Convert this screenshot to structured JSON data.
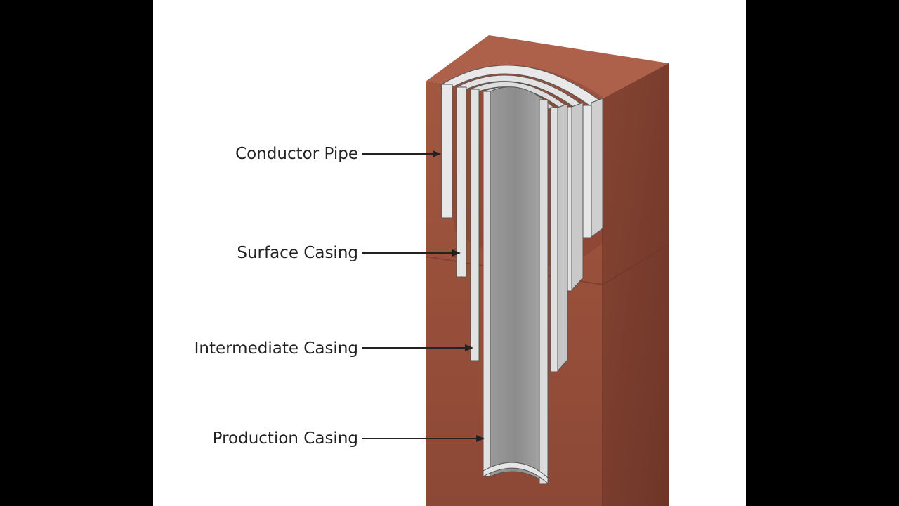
{
  "colors": {
    "page_background": "#000000",
    "frame_background": "#ffffff",
    "rock_front": "#9a4f3a",
    "rock_side": "#7d3d2e",
    "rock_top": "#aa5d48",
    "pipe_light": "#e6e6e6",
    "pipe_mid": "#bdbdbd",
    "pipe_dark": "#8f8f8f",
    "leader_line": "#222222"
  },
  "diagram": {
    "labels": [
      {
        "id": "conductor",
        "text": "Conductor Pipe"
      },
      {
        "id": "surface",
        "text": "Surface Casing"
      },
      {
        "id": "intermediate",
        "text": "Intermediate Casing"
      },
      {
        "id": "production",
        "text": "Production Casing"
      }
    ]
  }
}
